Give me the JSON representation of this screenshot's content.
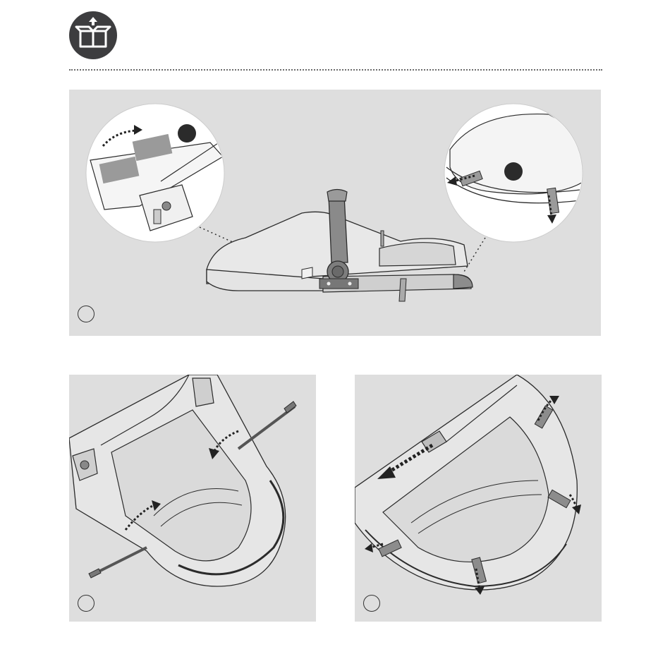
{
  "header": {
    "icon": "unbox-icon",
    "icon_bg": "#3d3d3f"
  },
  "panels": [
    {
      "id": "panel-1",
      "step_label": "",
      "callouts": [
        "",
        ""
      ]
    },
    {
      "id": "panel-2",
      "step_label": ""
    },
    {
      "id": "panel-3",
      "step_label": ""
    }
  ],
  "colors": {
    "panel_bg": "#dedede",
    "line": "#2b2b2b",
    "strap": "#8c8c8c"
  }
}
